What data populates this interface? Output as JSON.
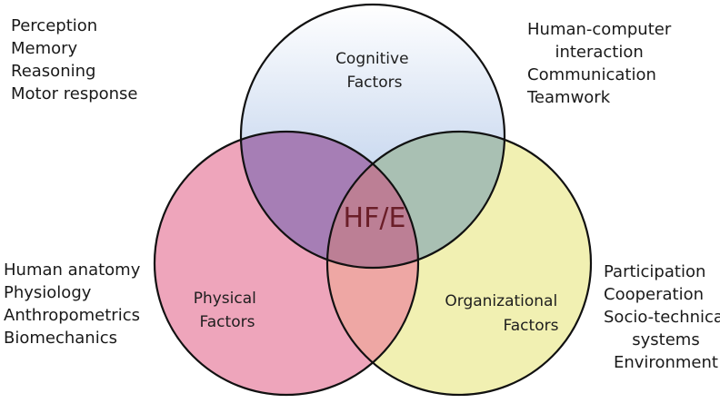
{
  "diagram": {
    "center_label": "HF/E",
    "circles": {
      "cognitive": {
        "label_lines": [
          "Cognitive",
          "Factors"
        ],
        "fill": "#aac2e6"
      },
      "physical": {
        "label_lines": [
          "Physical",
          "Factors"
        ],
        "fill": "#eea5bb"
      },
      "organizational": {
        "label_lines": [
          "Organizational",
          "Factors"
        ],
        "fill": "#f1f0b2"
      }
    },
    "overlap_colors": {
      "cognitive_physical": "#a67eb5",
      "cognitive_organizational": "#a9c0b3",
      "physical_organizational": "#eea7a4",
      "all_three": "#bc7f95"
    },
    "outline_color": "#111111"
  },
  "lists": {
    "cognitive": [
      "Perception",
      "Memory",
      "Reasoning",
      "Motor response"
    ],
    "interaction": [
      "Human-computer",
      "interaction",
      "Communication",
      "Teamwork"
    ],
    "physical": [
      "Human anatomy",
      "Physiology",
      "Anthropometrics",
      "Biomechanics"
    ],
    "organizational": [
      "Participation",
      "Cooperation",
      "Socio-technical",
      "systems",
      "Environment"
    ]
  }
}
